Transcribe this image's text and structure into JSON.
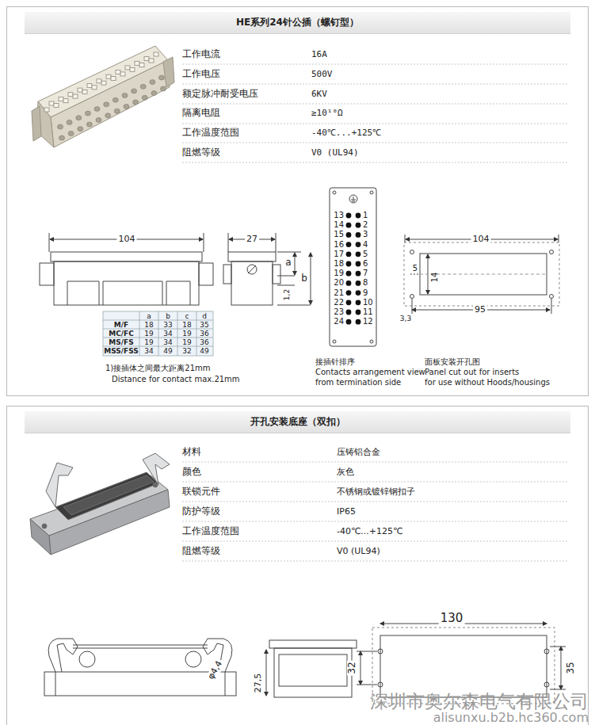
{
  "diagram": {
    "nodes": [
      {
        "text": [
          "HE系列24针公插（螺钉型）"
        ]
      },
      {
        "text": [
          "开孔安装底座（双扣）"
        ]
      }
    ],
    "labels": [
      "工作电流",
      "16A",
      "工作电压",
      "500V",
      "额定脉冲耐受电压",
      "6KV",
      "隔离电阻",
      "≥10¹⁰Ω",
      "工作温度范围",
      "-40℃...+125℃",
      "阻燃等级",
      "V0 (UL94)",
      "104",
      "27",
      "a",
      "b",
      "1,2",
      "a",
      "b",
      "c",
      "d",
      "M/F",
      "18",
      "33",
      "18",
      "35",
      "MC/FC",
      "19",
      "34",
      "19",
      "36",
      "MS/FS",
      "19",
      "34",
      "19",
      "36",
      "MSS/FSS",
      "34",
      "49",
      "32",
      "49",
      "1)接插体之间最大距离21mm",
      "Distance for contact max.21mm",
      "13",
      "1",
      "14",
      "2",
      "15",
      "3",
      "16",
      "4",
      "17",
      "5",
      "18",
      "6",
      "19",
      "7",
      "20",
      "8",
      "21",
      "9",
      "22",
      "10",
      "23",
      "11",
      "24",
      "12",
      "接插针排序",
      "Contacts arrangement view",
      "from termination side",
      "104",
      "5",
      "14",
      "3,3",
      "95",
      "面板安装开孔图",
      "Panel cut out for inserts",
      "for use without Hoods/housings",
      "材料",
      "压铸铝合金",
      "颜色",
      "灰色",
      "联锁元件",
      "不锈钢或镀锌钢扣子",
      "防护等级",
      "IP65",
      "工作温度范围",
      "-40℃...+125℃",
      "阻燃等级",
      "V0 (UL94)",
      "φ4,4",
      "27,5",
      "130",
      "32",
      "35",
      "深圳市奥尔森电气有限公司",
      "alisunxu.b2b.hc360.com"
    ]
  }
}
